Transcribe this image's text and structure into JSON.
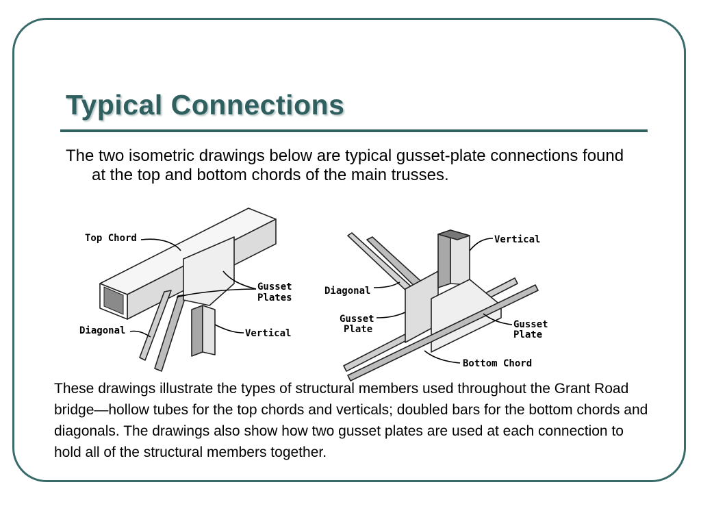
{
  "slide": {
    "title": "Typical Connections",
    "intro": "The two isometric drawings below are typical gusset-plate connections found at the top and bottom chords of the main trusses.",
    "caption": "These drawings illustrate the types of structural members used throughout the Grant Road bridge—hollow tubes for the top chords and verticals; doubled bars for the bottom chords and diagonals. The drawings also show how two gusset plates are used at each connection to hold all of the structural members together.",
    "colors": {
      "title": "#2f5f5f",
      "frame": "#3a6b6b"
    }
  },
  "drawings": {
    "top_connection": {
      "top_chord": "Top Chord",
      "gusset_line1": "Gusset",
      "gusset_line2": "Plates",
      "diagonal": "Diagonal",
      "vertical": "Vertical"
    },
    "bottom_connection": {
      "vertical": "Vertical",
      "diagonal": "Diagonal",
      "gusset_left_line1": "Gusset",
      "gusset_left_line2": "Plate",
      "gusset_right_line1": "Gusset",
      "gusset_right_line2": "Plate",
      "bottom_chord": "Bottom Chord"
    }
  }
}
